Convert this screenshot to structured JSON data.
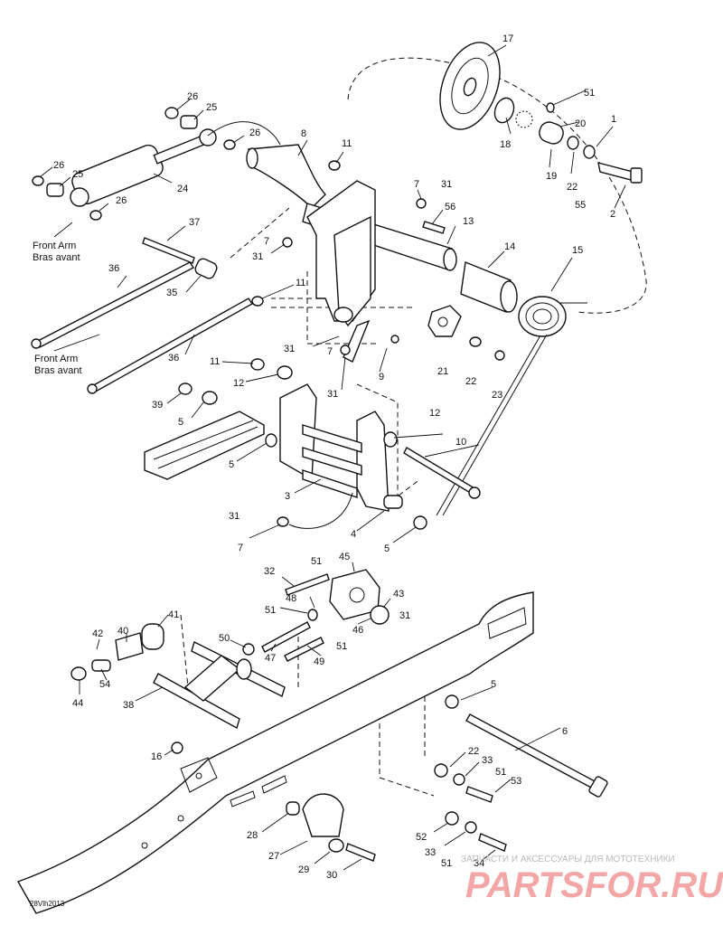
{
  "front_arm_labels": [
    {
      "en": "Front Arm",
      "fr": "Bras avant"
    },
    {
      "en": "Front Arm",
      "fr": "Bras avant"
    }
  ],
  "callouts": [
    "1",
    "2",
    "3",
    "4",
    "5",
    "5",
    "5",
    "5",
    "5",
    "6",
    "7",
    "7",
    "7",
    "7",
    "8",
    "9",
    "10",
    "11",
    "11",
    "11",
    "12",
    "12",
    "13",
    "14",
    "15",
    "16",
    "17",
    "18",
    "19",
    "20",
    "21",
    "22",
    "22",
    "22",
    "23",
    "24",
    "25",
    "25",
    "26",
    "26",
    "26",
    "26",
    "27",
    "28",
    "29",
    "30",
    "31",
    "31",
    "31",
    "31",
    "31",
    "31",
    "31",
    "32",
    "33",
    "33",
    "34",
    "35",
    "36",
    "36",
    "37",
    "38",
    "39",
    "40",
    "41",
    "42",
    "43",
    "44",
    "45",
    "46",
    "47",
    "48",
    "49",
    "50",
    "51",
    "51",
    "51",
    "51",
    "51",
    "51",
    "52",
    "53",
    "54",
    "55",
    "56"
  ],
  "drawing_code": "28Vlh2013",
  "watermark": {
    "subtitle": "ЗАПЧАСТИ И АКСЕССУАРЫ ДЛЯ МОТОТЕХНИКИ",
    "brand": "PARTSFOR.RU"
  }
}
